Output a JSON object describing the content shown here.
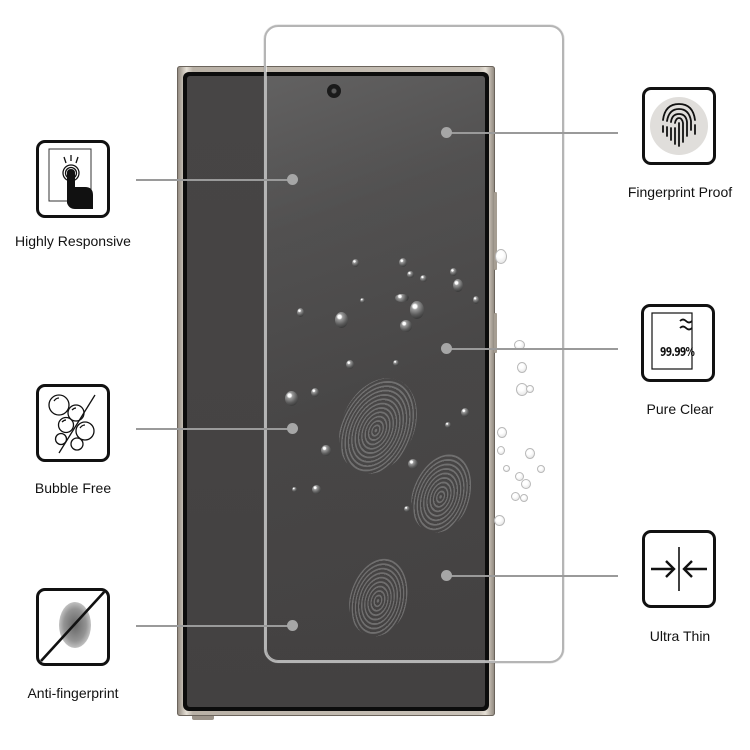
{
  "features_left": [
    {
      "id": "highly-responsive",
      "label": "Highly Responsive",
      "icon": "touch-finger-icon"
    },
    {
      "id": "bubble-free",
      "label": "Bubble Free",
      "icon": "bubbles-crossed-icon"
    },
    {
      "id": "anti-fingerprint",
      "label": "Anti-fingerprint",
      "icon": "fingerprint-crossed-icon"
    }
  ],
  "features_right": [
    {
      "id": "fingerprint-proof",
      "label": "Fingerprint Proof",
      "icon": "fingerprint-icon"
    },
    {
      "id": "pure-clear",
      "label": "Pure Clear",
      "icon": "clarity-icon",
      "value": "99.99%"
    },
    {
      "id": "ultra-thin",
      "label": "Ultra Thin",
      "icon": "thin-arrows-icon"
    }
  ],
  "colors": {
    "screen": "#454343",
    "line": "#9a9a9a",
    "icon_stroke": "#111111"
  }
}
